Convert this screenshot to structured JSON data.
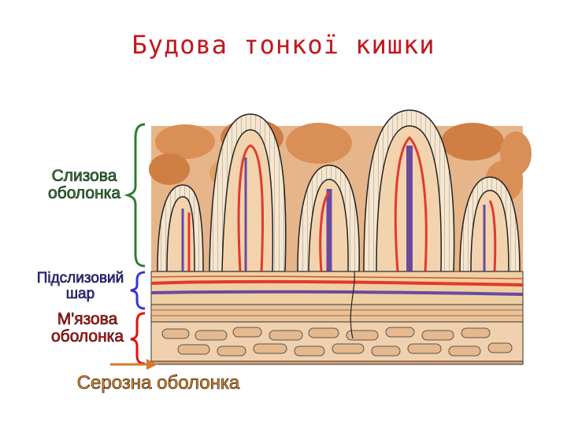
{
  "title": "Будова тонкої кишки",
  "labels": {
    "mucosa": [
      "Слизова",
      "оболонка"
    ],
    "submucosa": [
      "Підслизовий",
      "шар"
    ],
    "muscle": [
      "М'язова",
      "оболонка"
    ],
    "serosa": "Серозна оболонка"
  },
  "colors": {
    "title": "#c4151c",
    "mucosa_bracket": "#2e7d32",
    "submucosa_bracket": "#3535d0",
    "muscle_bracket": "#e01010",
    "serosa_arrow": "#d9772a",
    "tissue": "#f1cfa8",
    "crypt_dark": "#d88a4a",
    "artery": "#e23a2a",
    "vein": "#6a4aa0"
  }
}
